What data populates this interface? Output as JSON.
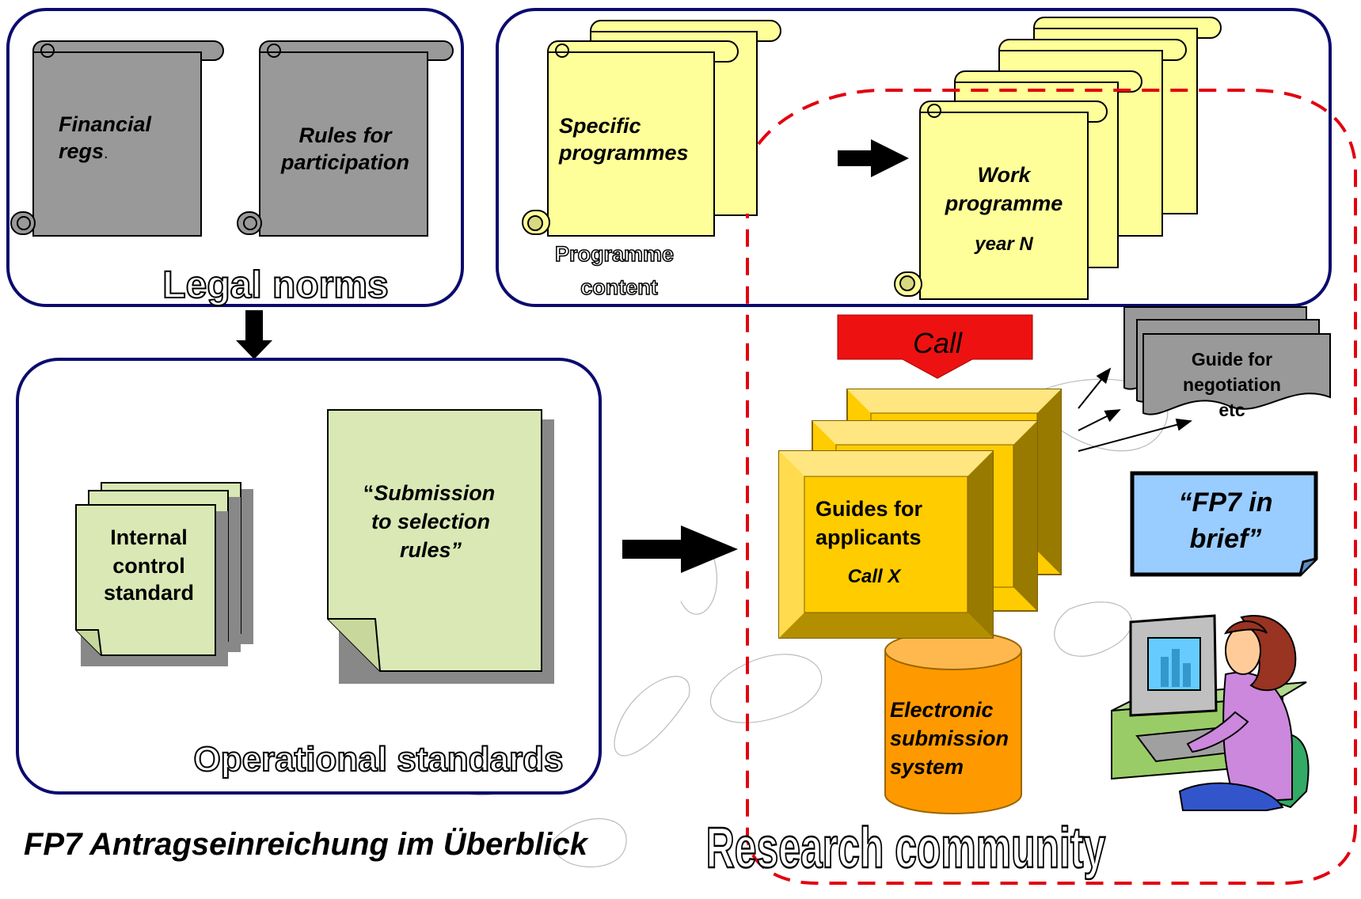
{
  "legal_norms": {
    "doc1_line1": "Financial",
    "doc1_line2": "regs",
    "doc1_period": ".",
    "doc2_line1": "Rules for",
    "doc2_line2": "participation",
    "label": "Legal norms"
  },
  "programme": {
    "doc1_line1": "Specific",
    "doc1_line2": "programmes",
    "label_line1": "Programme",
    "label_line2": "content",
    "doc2_line1": "Work",
    "doc2_line2": "programme",
    "doc2_line3": "year N"
  },
  "call": {
    "label": "Call"
  },
  "guide_negotiation": {
    "line1": "Guide for",
    "line2": "negotiation",
    "line3": "etc"
  },
  "fp7_brief": {
    "line1": "“FP7 in",
    "line2": "brief”"
  },
  "operational": {
    "doc1_line1": "Internal",
    "doc1_line2": "control",
    "doc1_line3": "standard",
    "doc2_quote": "“",
    "doc2_line1": "Submission",
    "doc2_line2": "to selection",
    "doc2_line3": "rules”",
    "label": "Operational standards"
  },
  "guides": {
    "line1": "Guides for",
    "line2": "applicants",
    "line3": "Call X"
  },
  "submission_system": {
    "line1": "Electronic",
    "line2": "submission",
    "line3": "system"
  },
  "research_label": "Research community",
  "footer_title": "FP7 Antragseinreichung im Überblick",
  "colors": {
    "frame": "#0b0b6e",
    "dashed": "#e3000f",
    "scroll_gray": "#999999",
    "scroll_yellow": "#ffff99",
    "doc_green": "#d9e8b4",
    "call_red": "#ee1111",
    "guide_gold": "#ffcc00",
    "cylinder": "#ff9900",
    "brief_blue": "#99ccff"
  }
}
